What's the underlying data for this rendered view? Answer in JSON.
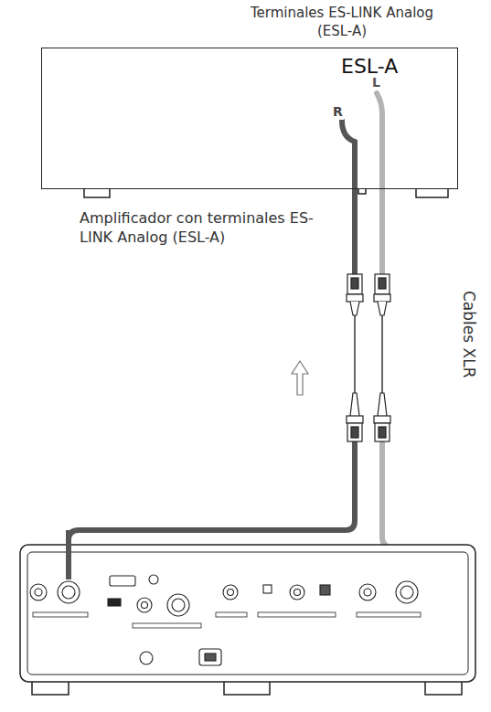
{
  "diagram": {
    "nodes": [
      {
        "text": [
          "Terminales ES-LINK Analog (ESL-A)",
          "ESL-A",
          "L",
          "R",
          "Amplificador con terminales ES-LINK Analog (ESL-A)"
        ]
      }
    ],
    "edges": [],
    "labels": [
      "Cables XLR"
    ]
  }
}
